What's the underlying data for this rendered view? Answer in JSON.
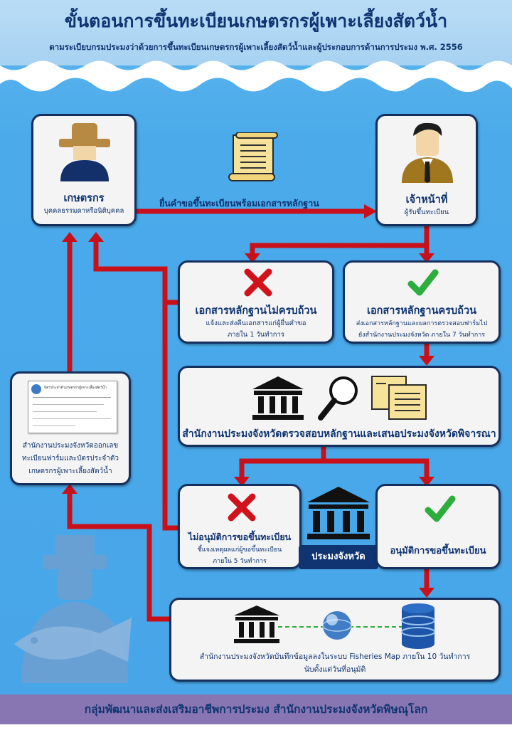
{
  "header": {
    "title": "ขั้นตอนการขึ้นทะเบียนเกษตรกรผู้เพาะเลี้ยงสัตว์น้ำ",
    "subtitle": "ตามระเบียบกรมประมงว่าด้วยการขึ้นทะเบียนเกษตรกรผู้เพาะเลี้ยงสัตว์น้ำและผู้ประกอบการด้านการประมง พ.ศ. 2556"
  },
  "farmer": {
    "title": "เกษตรกร",
    "subtitle": "บุคคลธรรมดาหรือนิติบุคคล"
  },
  "officer": {
    "title": "เจ้าหน้าที่",
    "subtitle": "ผู้รับขึ้นทะเบียน"
  },
  "submit_label": "ยื่นคำขอขึ้นทะเบียนพร้อมเอกสารหลักฐาน",
  "docs_incomplete": {
    "title": "เอกสารหลักฐานไม่ครบถ้วน",
    "line1": "แจ้งและส่งคืนเอกสารแก่ผู้ยื่นคำขอ",
    "line2": "ภายใน 1 วันทำการ"
  },
  "docs_complete": {
    "title": "เอกสารหลักฐานครบถ้วน",
    "line1": "ส่งเอกสารหลักฐานและผลการตรวจสอบฟาร์มไป",
    "line2": "ยังสำนักงานประมงจังหวัด ภายใน 7 วันทำการ"
  },
  "province_review": "สำนักงานประมงจังหวัดตรวจสอบหลักฐานและเสนอประมงจังหวัดพิจารณา",
  "card_issue": {
    "line1": "สำนักงานประมงจังหวัดออกเลข",
    "line2": "ทะเบียนฟาร์มและบัตรประจำตัว",
    "line3": "เกษตรกรผู้เพาะเลี้ยงสัตว์น้ำ"
  },
  "card_image": {
    "heading": "บัตรประจำตัวเกษตรกรผู้เพาะเลี้ยงสัตว์น้ำ"
  },
  "reject": {
    "title": "ไม่อนุมัติการขอขึ้นทะเบียน",
    "line1": "ชี้แจงเหตุผลแก่ผู้ขอขึ้นทะเบียน",
    "line2": "ภายใน 5 วันทำการ"
  },
  "province_officer": "ประมงจังหวัด",
  "approve": {
    "title": "อนุมัติการขอขึ้นทะเบียน"
  },
  "record": {
    "line1": "สำนักงานประมงจังหวัดบันทึกข้อมูลลงในระบบ Fisheries Map ภายใน 10 วันทำการ",
    "line2": "นับตั้งแต่วันที่อนุมัติ"
  },
  "footer": "กลุ่มพัฒนาและส่งเสริมอาชีพการประมง สำนักงานประมงจังหวัดพิษณุโลก",
  "colors": {
    "navy": "#0f3471",
    "arrow": "#c8101a",
    "sky": "#48a6e8",
    "check": "#2cad3c",
    "cross": "#d2121b",
    "footer": "#8876b3"
  },
  "icons": [
    "farmer-icon",
    "officer-icon",
    "document-scroll-icon",
    "cross-icon",
    "check-icon",
    "government-building-icon",
    "magnifier-icon",
    "documents-icon",
    "id-card-icon",
    "globe-icon",
    "database-icon",
    "fish-watermark-icon"
  ]
}
